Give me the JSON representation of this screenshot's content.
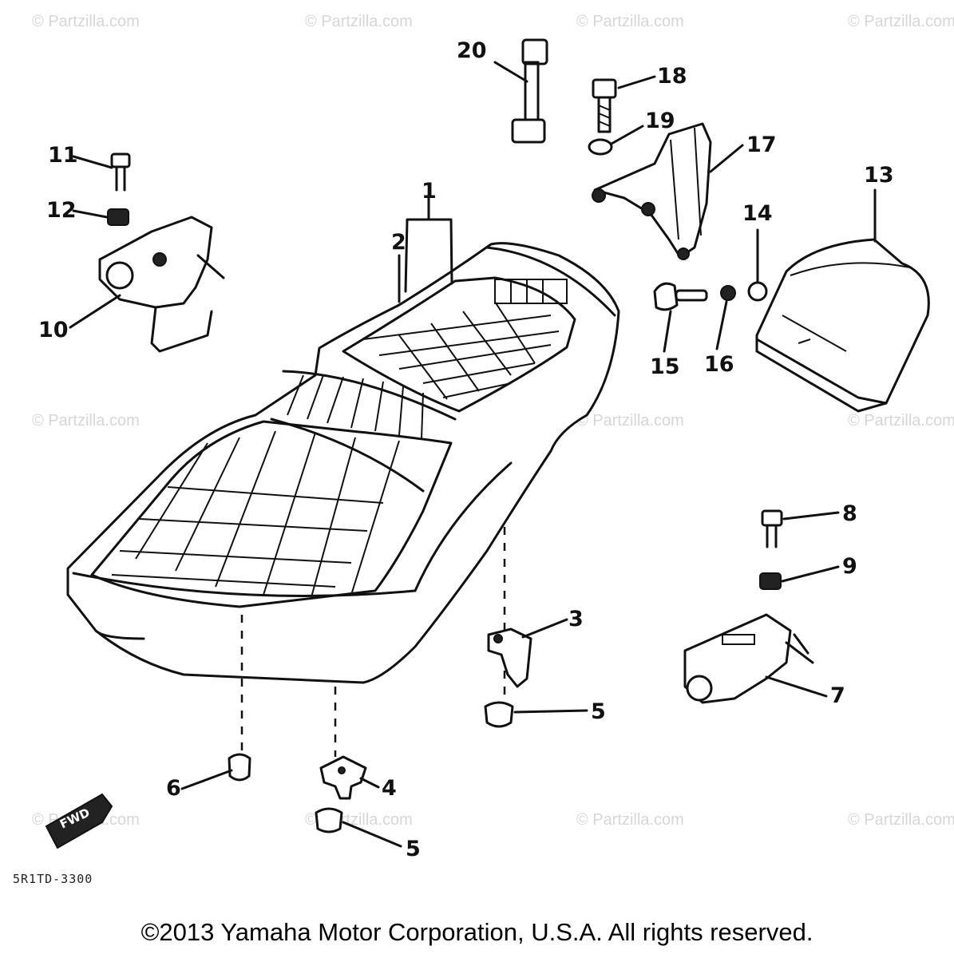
{
  "watermark_text": "© Partzilla.com",
  "callouts": {
    "c1": "1",
    "c2": "2",
    "c3": "3",
    "c4": "4",
    "c5a": "5",
    "c5b": "5",
    "c6": "6",
    "c7": "7",
    "c8": "8",
    "c9": "9",
    "c10": "10",
    "c11": "11",
    "c12": "12",
    "c13": "13",
    "c14": "14",
    "c15": "15",
    "c16": "16",
    "c17": "17",
    "c18": "18",
    "c19": "19",
    "c20": "20"
  },
  "fwd_tag": "FWD",
  "drawing_code": "5R1TD-3300",
  "copyright": "©2013  Yamaha Motor Corporation, U.S.A. All rights reserved."
}
